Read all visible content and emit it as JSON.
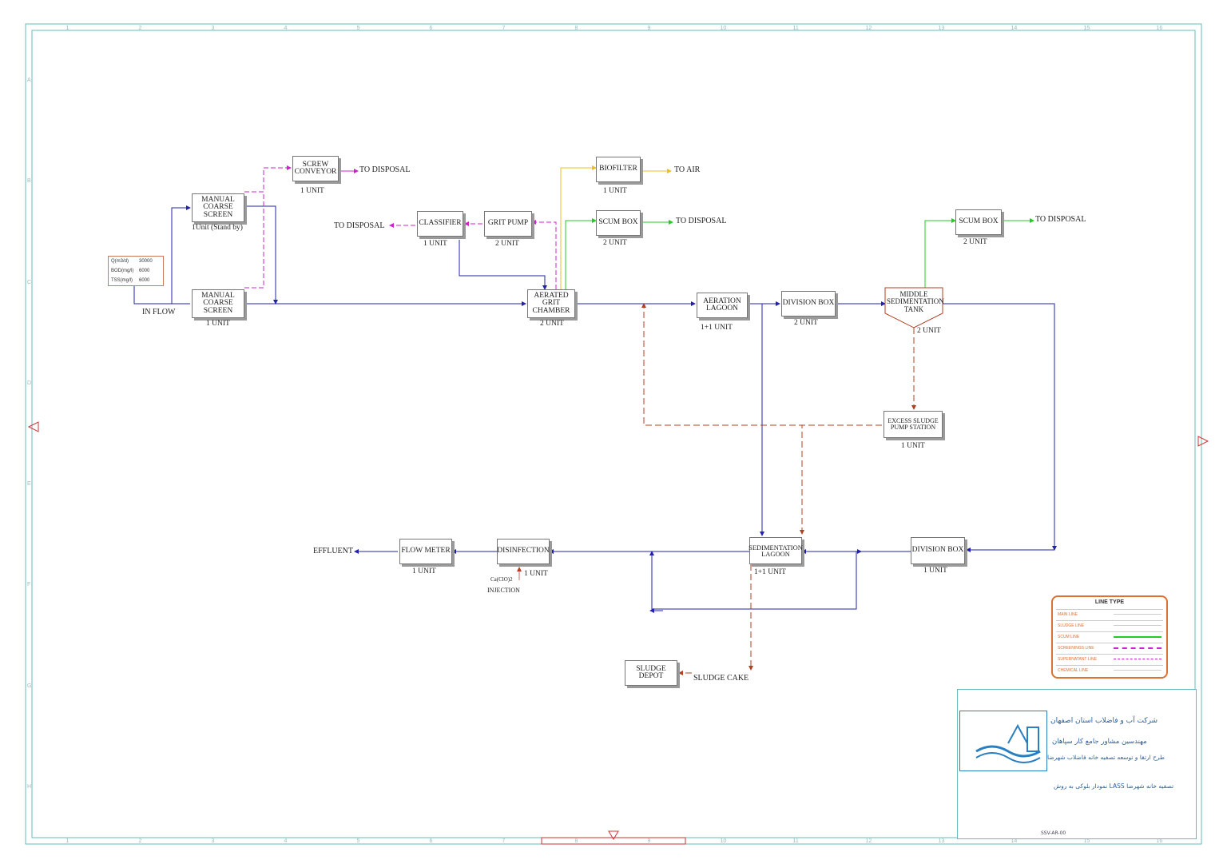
{
  "inflow_table": {
    "rows": [
      {
        "label": "Q(m3/d)",
        "value": "30000"
      },
      {
        "label": "BOD(mg/l)",
        "value": "6000"
      },
      {
        "label": "TSS(mg/l)",
        "value": "6000"
      }
    ]
  },
  "labels": {
    "in_flow": "IN FLOW",
    "to_disposal_1": "TO DISPOSAL",
    "to_disposal_2": "TO DISPOSAL",
    "to_disposal_3": "TO DISPOSAL",
    "to_disposal_4": "TO DISPOSAL",
    "to_air": "TO AIR",
    "effluent": "EFFLUENT",
    "sludge_cake": "SLUDGE CAKE",
    "injection": "INJECTION",
    "chemical": "Ca(ClO)2"
  },
  "units": {
    "screen_top": {
      "name": "MANUAL\nCOARSE\nSCREEN",
      "count": "1Unit (Stand by)"
    },
    "screen_bottom": {
      "name": "MANUAL\nCOARSE\nSCREEN",
      "count": "1 UNIT"
    },
    "screw_conveyor": {
      "name": "SCREW\nCONVEYOR",
      "count": "1 UNIT"
    },
    "classifier": {
      "name": "CLASSIFIER",
      "count": "1 UNIT"
    },
    "grit_pump": {
      "name": "GRIT PUMP",
      "count": "2 UNIT"
    },
    "biofilter": {
      "name": "BIOFILTER",
      "count": "1 UNIT"
    },
    "scum_box_1": {
      "name": "SCUM BOX",
      "count": "2 UNIT"
    },
    "aerated_grit": {
      "name": "AERATED\nGRIT\nCHAMBER",
      "count": "2 UNIT"
    },
    "aeration_lagoon": {
      "name": "AERATION\nLAGOON",
      "count": "1+1 UNIT"
    },
    "division_box_1": {
      "name": "DIVISION BOX",
      "count": "2 UNIT"
    },
    "middle_sed": {
      "name": "MIDDLE\nSEDIMENTATION\nTANK",
      "count": "2 UNIT"
    },
    "scum_box_2": {
      "name": "SCUM BOX",
      "count": "2 UNIT"
    },
    "excess_sludge": {
      "name": "EXCESS SLUDGE\nPUMP STATION",
      "count": "1 UNIT"
    },
    "division_box_2": {
      "name": "DIVISION BOX",
      "count": "1 UNIT"
    },
    "sed_lagoon": {
      "name": "SEDIMENTATION\nLAGOON",
      "count": "1+1 UNIT"
    },
    "disinfection": {
      "name": "DISINFECTION",
      "count": "1 UNIT"
    },
    "flow_meter": {
      "name": "FLOW METER",
      "count": "1 UNIT"
    },
    "sludge_depot": {
      "name": "SLUDGE\nDEPOT",
      "count": ""
    }
  },
  "legend": {
    "title": "LINE TYPE",
    "rows": [
      {
        "name": "MAIN LINE",
        "color": "#2222aa"
      },
      {
        "name": "SLUDGE LINE",
        "color": "#b05020"
      },
      {
        "name": "SCUM LINE",
        "color": "#22cc22"
      },
      {
        "name": "SCREENINGS LINE",
        "color": "#cc22cc"
      },
      {
        "name": "SUPERNATANT LINE",
        "color": "#cc22cc"
      },
      {
        "name": "CHEMICAL LINE",
        "color": "#cccccc"
      }
    ]
  },
  "title_block": {
    "company_1": "شرکت آب و فاضلاب استان اصفهان",
    "company_2": "مهندسین مشاور جامع کار سپاهان",
    "project": "طرح ارتقا و توسعه تصفیه خانه فاضلاب شهرضا",
    "drawing_title": "نمودار بلوکی به روش LASS تصفیه خانه شهرضا",
    "drawing_no": "SSV-AR-00"
  },
  "ruler": {
    "columns": [
      "1",
      "2",
      "3",
      "4",
      "5",
      "6",
      "7",
      "8",
      "9",
      "10",
      "11",
      "12",
      "13",
      "14",
      "15",
      "16"
    ],
    "rows": [
      "A",
      "B",
      "C",
      "D",
      "E",
      "F",
      "G",
      "H"
    ]
  },
  "colors": {
    "main": "#2222aa",
    "sludge": "#b04020",
    "scum": "#22cc22",
    "screenings": "#cc22cc",
    "air": "#e8c020",
    "frame": "#66bbbb"
  }
}
